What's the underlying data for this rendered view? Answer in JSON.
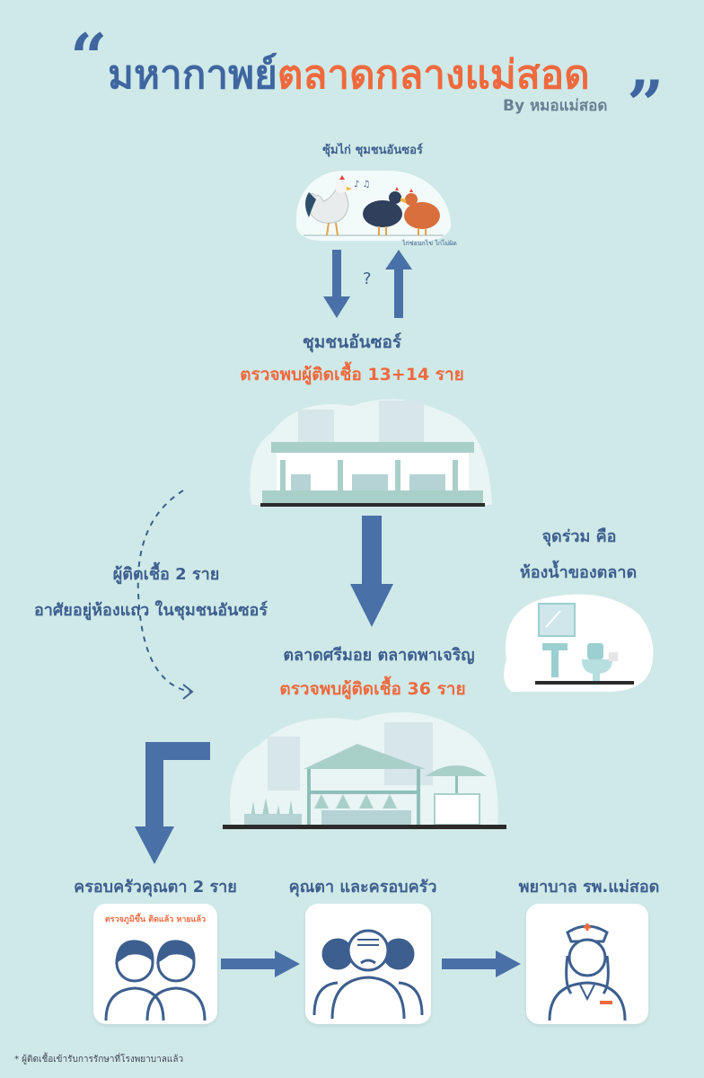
{
  "title": {
    "part1": "มหากาพย์",
    "part2": "ตลาดกลางแม่สอด",
    "byline": "By หมอแม่สอด",
    "quote_open": "“",
    "quote_close": "”"
  },
  "chickens": {
    "caption": "ซุ้มไก่ ชุมชนอันซอร์",
    "credit": "ไก่ช่อนกไข่ ไก่ไม่ผิด",
    "question": "?"
  },
  "community": {
    "name": "ชุมชนอันซอร์",
    "cases": "ตรวจพบผู้ติดเชื้อ 13+14 ราย"
  },
  "side_note": {
    "line1": "ผู้ติดเชื้อ 2 ราย",
    "line2": "อาศัยอยู่ห้องแถว ในชุมชนอันซอร์"
  },
  "common_point": {
    "line1": "จุดร่วม คือ",
    "line2": "ห้องน้ำของตลาด"
  },
  "market": {
    "name": "ตลาดศรีมอย ตลาดพาเจริญ",
    "cases": "ตรวจพบผู้ติดเชื้อ 36 ราย"
  },
  "bottom": {
    "family_label": "ครอบครัวคุณตา 2 ราย",
    "family_tag": "ตรวจภูมิขึ้น ติดแล้ว หายแล้ว",
    "grandpa_label": "คุณตา และครอบครัว",
    "hospital_label": "พยาบาล รพ.แม่สอด"
  },
  "footnote": "* ผู้ติดเชื้อเข้ารับการรักษาที่โรงพยาบาลแล้ว",
  "colors": {
    "background": "#cfe9e8",
    "blue": "#3f66a0",
    "orange": "#ee6a3e",
    "arrow": "#4a70a8"
  }
}
